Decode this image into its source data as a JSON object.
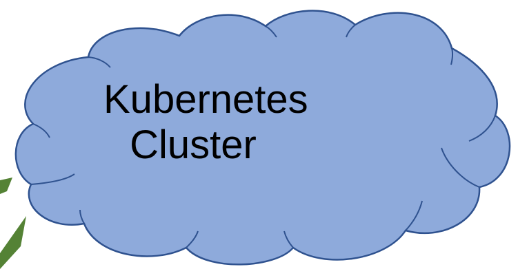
{
  "diagram": {
    "cloud": {
      "label_line1": "Kubernetes",
      "label_line2": "Cluster",
      "fill_color": "#8eaadb",
      "stroke_color": "#2f528f"
    },
    "arrows": {
      "color": "#548235",
      "count": 2,
      "direction": "pointing toward the cloud from the left edge (partially cropped)"
    }
  }
}
